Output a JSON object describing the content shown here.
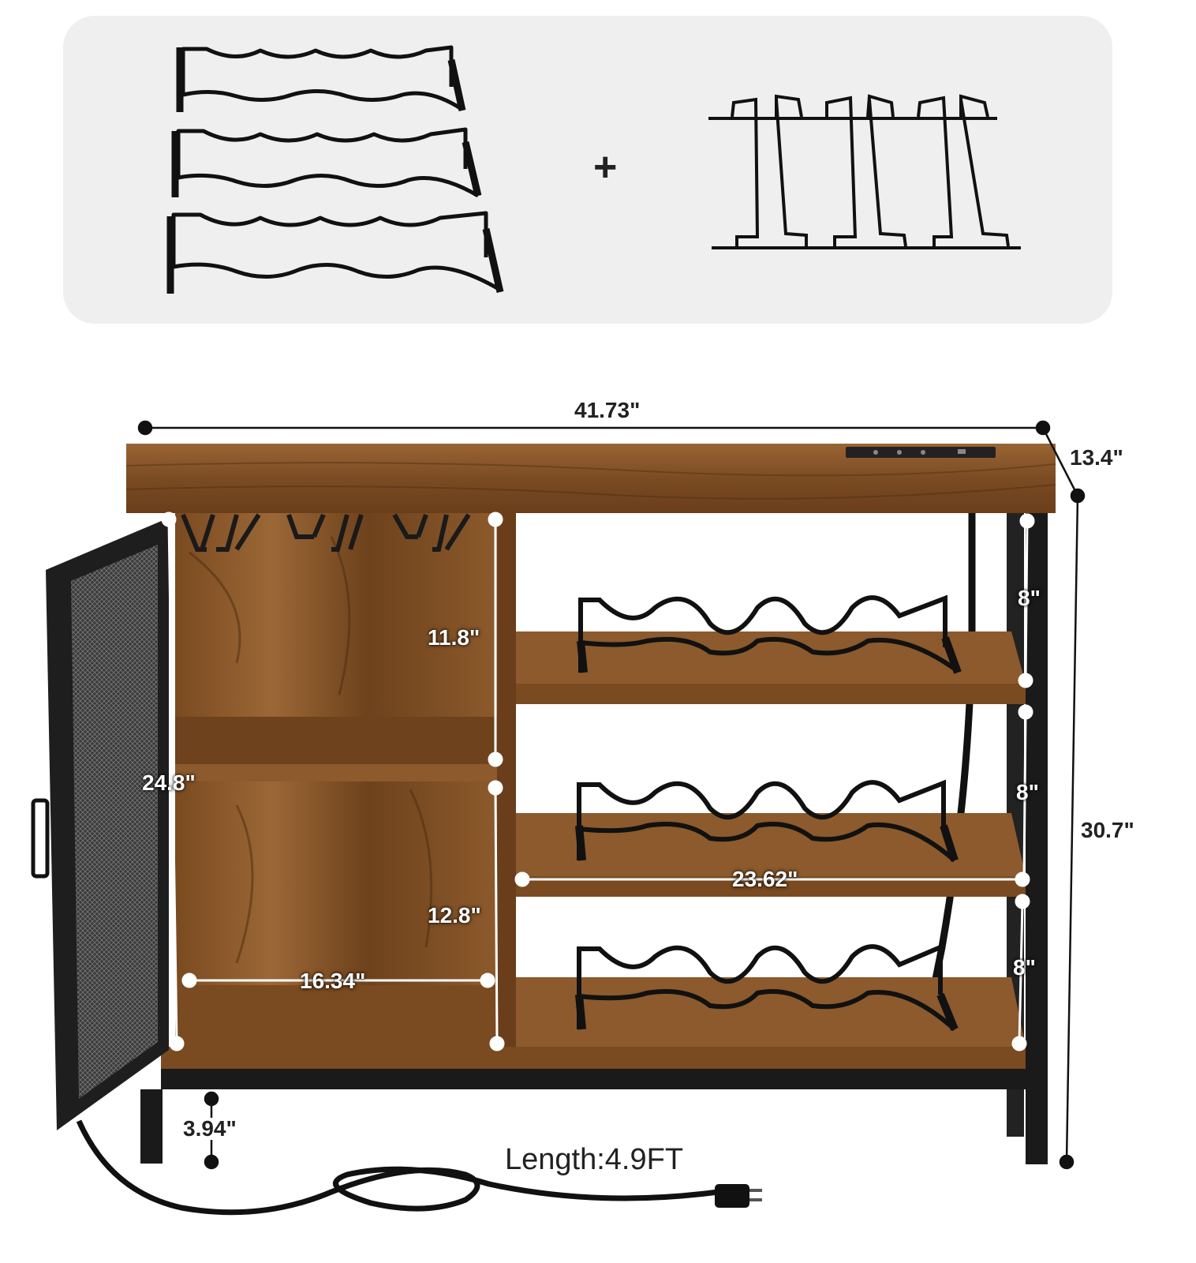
{
  "accessories": {
    "plus_sign": "+",
    "items": [
      "wine-rack-3-pack-icon",
      "stemware-holder-icon"
    ]
  },
  "dimensions": {
    "width": "41.73\"",
    "depth": "13.4\"",
    "height": "30.7\"",
    "cabinet_height": "24.8\"",
    "cabinet_upper": "11.8\"",
    "cabinet_lower": "12.8\"",
    "cabinet_width": "16.34\"",
    "shelf_width": "23.62\"",
    "shelf_gap_1": "8\"",
    "shelf_gap_2": "8\"",
    "shelf_gap_3": "8\"",
    "leg_clearance": "3.94\""
  },
  "cord": {
    "label": "Length:4.9FT"
  },
  "colors": {
    "wood": "#8a5a2b",
    "wood_dark": "#5a3818",
    "metal": "#1a1a1a",
    "panel": "#efefef"
  }
}
